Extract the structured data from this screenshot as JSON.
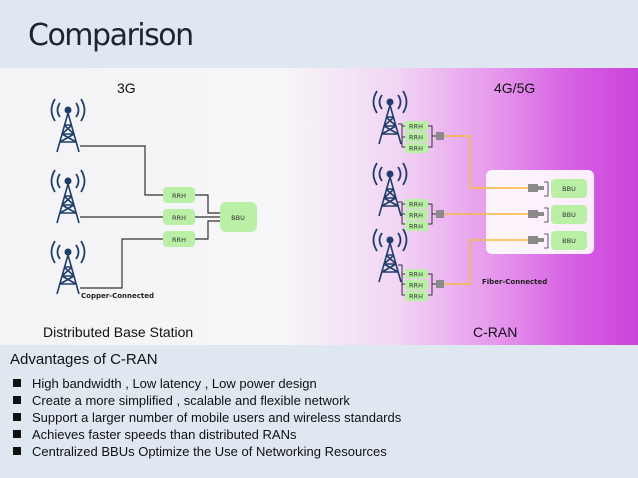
{
  "title": "Comparison",
  "left": {
    "heading": "3G",
    "caption": "Distributed Base Station",
    "connection_label": "Copper-Connected",
    "rrh_labels": [
      "RRH",
      "RRH",
      "RRH"
    ],
    "bbu_label": "BBU"
  },
  "right": {
    "heading": "4G/5G",
    "caption": "C-RAN",
    "connection_label": "Fiber-Connected",
    "rrh_label": "RRH",
    "bbu_labels": [
      "BBU",
      "BBU",
      "BBU"
    ]
  },
  "advantages": {
    "title": "Advantages of C-RAN",
    "items": [
      "High bandwidth , Low latency , Low power design",
      "Create a more simplified , scalable and flexible network",
      "Support a larger number of mobile users and wireless standards",
      "Achieves faster speeds than distributed RANs",
      "Centralized BBUs Optimize the Use of Networking Resources"
    ]
  },
  "colors": {
    "rrh_fill": "#b9f0a6",
    "fiber": "#f5b941",
    "copper": "#333333",
    "connector": "#8a8a8a"
  }
}
